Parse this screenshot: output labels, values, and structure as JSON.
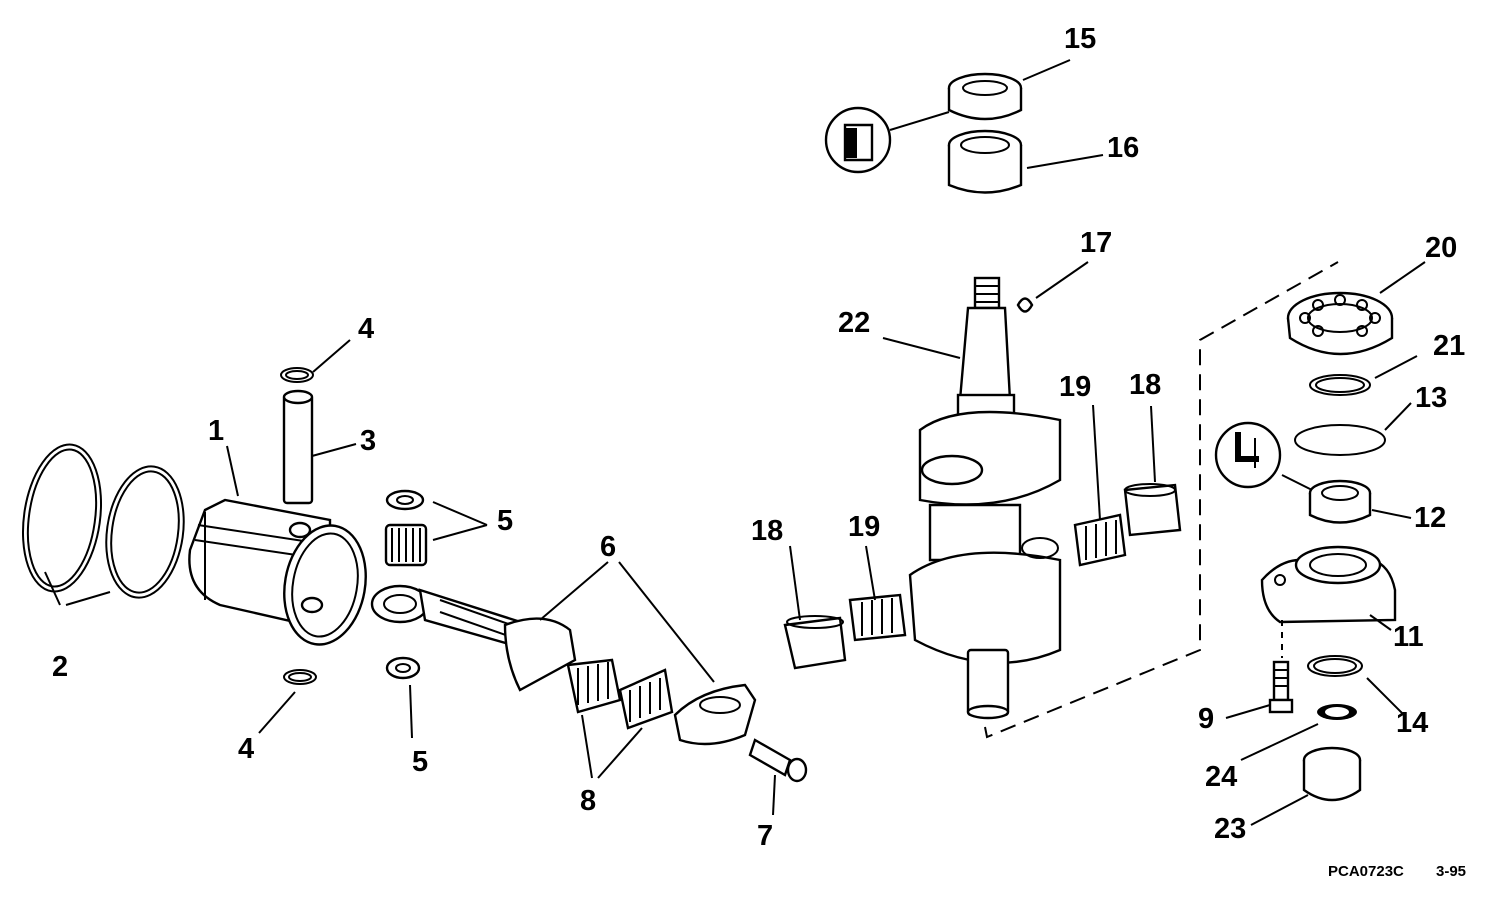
{
  "callouts": [
    "1",
    "2",
    "3",
    "4",
    "4",
    "5",
    "5",
    "6",
    "7",
    "8",
    "9",
    "11",
    "12",
    "13",
    "14",
    "15",
    "16",
    "17",
    "18",
    "18",
    "19",
    "19",
    "20",
    "21",
    "22",
    "23",
    "24"
  ],
  "footer": {
    "code": "PCA0723C",
    "date": "3-95"
  }
}
